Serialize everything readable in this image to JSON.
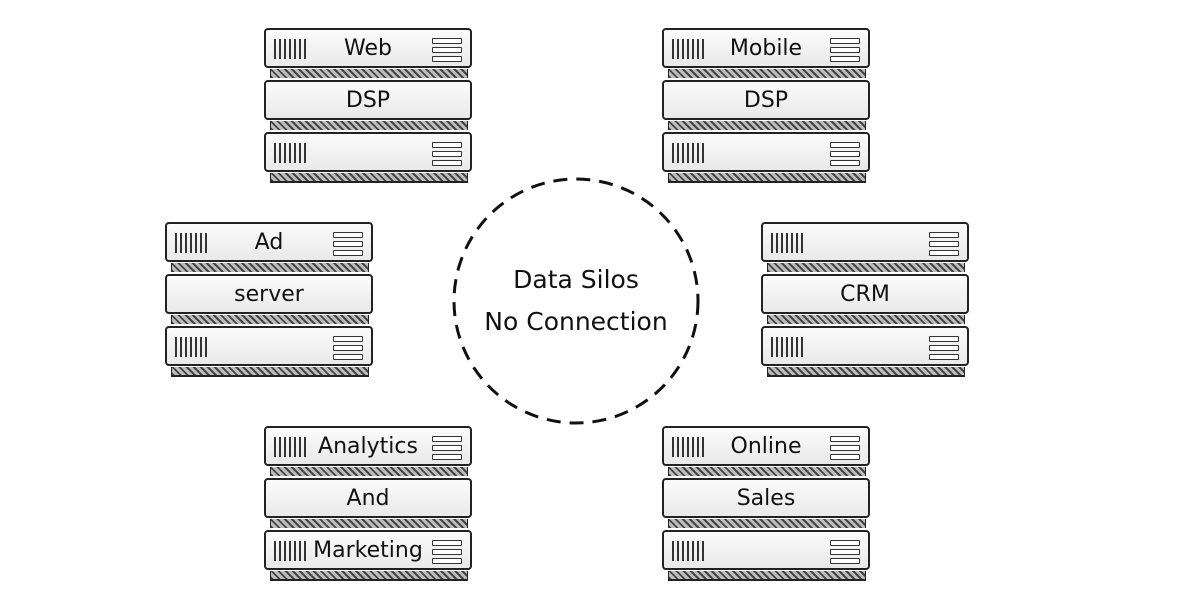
{
  "center": {
    "line1": "Data Silos",
    "line2": "No Connection"
  },
  "stacks": [
    {
      "id": "web-dsp",
      "labels": [
        "Web",
        "DSP",
        ""
      ]
    },
    {
      "id": "mobile-dsp",
      "labels": [
        "Mobile",
        "DSP",
        ""
      ]
    },
    {
      "id": "ad-server",
      "labels": [
        "Ad",
        "server",
        ""
      ]
    },
    {
      "id": "crm",
      "labels": [
        "",
        "CRM",
        ""
      ]
    },
    {
      "id": "analytics-marketing",
      "labels": [
        "Analytics",
        "And",
        "Marketing"
      ]
    },
    {
      "id": "online-sales",
      "labels": [
        "Online",
        "Sales",
        ""
      ]
    }
  ]
}
